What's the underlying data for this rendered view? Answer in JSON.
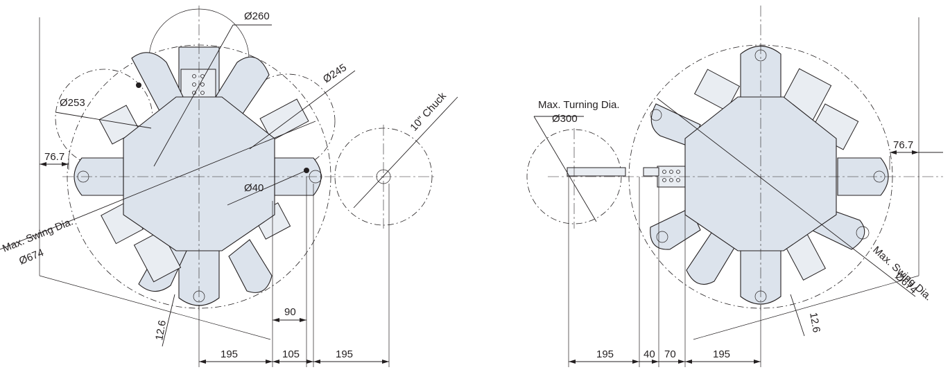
{
  "left_view": {
    "dims": {
      "d260": "Ø260",
      "d245": "Ø245",
      "d253": "Ø253",
      "d40": "Ø40",
      "swing_label": "Max. Swing Dia.",
      "swing_value": "Ø674",
      "chuck": "10\" Chuck",
      "offset": "76.7",
      "gap": "12.6",
      "d90": "90",
      "d195a": "195",
      "d105": "105",
      "d195b": "195"
    }
  },
  "right_view": {
    "dims": {
      "turning_label": "Max. Turning Dia.",
      "turning_value": "Ø300",
      "offset": "76.7",
      "swing_label": "Max. Swing Dia.",
      "swing_value": "Ø674",
      "gap": "12.6",
      "d195a": "195",
      "d40": "40",
      "d70": "70",
      "d195b": "195"
    }
  },
  "colors": {
    "fill": "#dce3ec",
    "line": "#231f20"
  }
}
